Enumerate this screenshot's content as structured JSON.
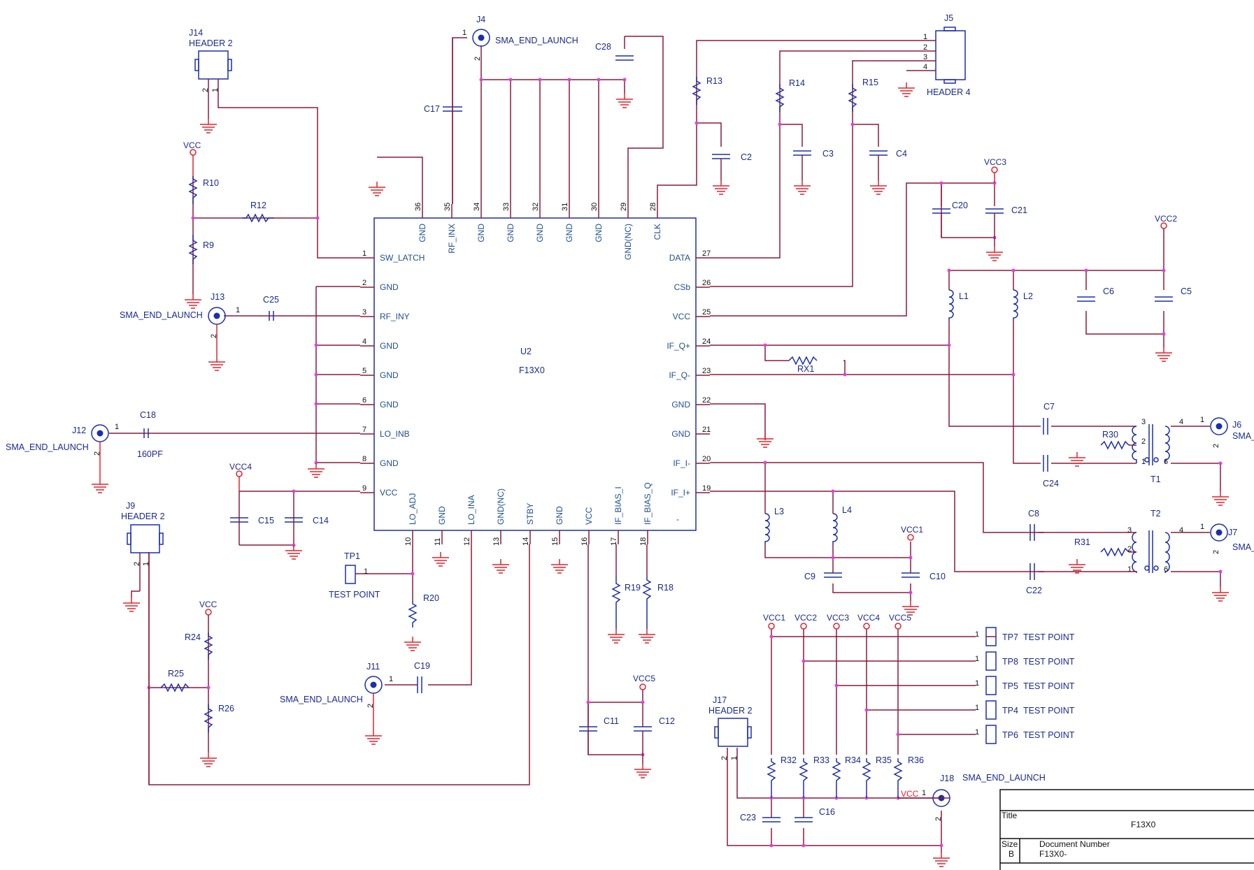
{
  "ic": {
    "ref": "U2",
    "value": "F13X0",
    "left_pins": [
      {
        "num": "1",
        "name": "SW_LATCH"
      },
      {
        "num": "2",
        "name": "GND"
      },
      {
        "num": "3",
        "name": "RF_INY"
      },
      {
        "num": "4",
        "name": "GND"
      },
      {
        "num": "5",
        "name": "GND"
      },
      {
        "num": "6",
        "name": "GND"
      },
      {
        "num": "7",
        "name": "LO_INB"
      },
      {
        "num": "8",
        "name": "GND"
      },
      {
        "num": "9",
        "name": "VCC"
      }
    ],
    "top_pins": [
      {
        "num": "36",
        "name": "GND"
      },
      {
        "num": "35",
        "name": "RF_INX"
      },
      {
        "num": "34",
        "name": "GND"
      },
      {
        "num": "33",
        "name": "GND"
      },
      {
        "num": "32",
        "name": "GND"
      },
      {
        "num": "31",
        "name": "GND"
      },
      {
        "num": "30",
        "name": "GND"
      },
      {
        "num": "29",
        "name": "GND(NC)"
      },
      {
        "num": "28",
        "name": "CLK"
      }
    ],
    "right_pins": [
      {
        "num": "27",
        "name": "DATA"
      },
      {
        "num": "26",
        "name": "CSb"
      },
      {
        "num": "25",
        "name": "VCC"
      },
      {
        "num": "24",
        "name": "IF_Q+"
      },
      {
        "num": "23",
        "name": "IF_Q-"
      },
      {
        "num": "22",
        "name": "GND"
      },
      {
        "num": "21",
        "name": "GND"
      },
      {
        "num": "20",
        "name": "IF_I-"
      },
      {
        "num": "19",
        "name": "IF_I+"
      }
    ],
    "bottom_pins": [
      {
        "num": "10",
        "name": "LO_ADJ"
      },
      {
        "num": "11",
        "name": "GND"
      },
      {
        "num": "12",
        "name": "LO_INA"
      },
      {
        "num": "13",
        "name": "GND(NC)"
      },
      {
        "num": "14",
        "name": "STBY"
      },
      {
        "num": "15",
        "name": "GND"
      },
      {
        "num": "16",
        "name": "VCC"
      },
      {
        "num": "17",
        "name": "IF_BIAS_I"
      },
      {
        "num": "18",
        "name": "IF_BIAS_Q"
      }
    ]
  },
  "labels": {
    "j14": "J14",
    "j14v": "HEADER 2",
    "j4": "J4",
    "j4v": "SMA_END_LAUNCH",
    "j5": "J5",
    "j5v": "HEADER 4",
    "j13": "J13",
    "j13v": "SMA_END_LAUNCH",
    "j12": "J12",
    "j12v": "SMA_END_LAUNCH",
    "j9": "J9",
    "j9v": "HEADER 2",
    "j11": "J11",
    "j11v": "SMA_END_LAUNCH",
    "j17": "J17",
    "j17v": "HEADER 2",
    "j18": "J18",
    "j18v": "SMA_END_LAUNCH",
    "j6": "J6",
    "j6v": "SMA_",
    "j7": "J7",
    "j7v": "SMA_",
    "tp1": "TP1",
    "tp1v": "TEST POINT",
    "tp7": "TP7",
    "tp8": "TP8",
    "tp5": "TP5",
    "tp4": "TP4",
    "tp6": "TP6",
    "tpv": "TEST POINT",
    "c18v": "160PF",
    "t1": "T1",
    "t2": "T2",
    "dash": "-"
  },
  "parts": {
    "r10": "R10",
    "r9": "R9",
    "r12": "R12",
    "c25": "C25",
    "c17": "C17",
    "c28": "C28",
    "c18": "C18",
    "r13": "R13",
    "r14": "R14",
    "r15": "R15",
    "c2": "C2",
    "c3": "C3",
    "c4": "C4",
    "c20": "C20",
    "c21": "C21",
    "c6": "C6",
    "c5": "C5",
    "l1": "L1",
    "l2": "L2",
    "rx1": "RX1",
    "c7": "C7",
    "c24": "C24",
    "r30": "R30",
    "c8": "C8",
    "c22": "C22",
    "r31": "R31",
    "l3": "L3",
    "l4": "L4",
    "c9": "C9",
    "c10": "C10",
    "c15": "C15",
    "c14": "C14",
    "r20": "R20",
    "c19": "C19",
    "r19": "R19",
    "r18": "R18",
    "c11": "C11",
    "c12": "C12",
    "r24": "R24",
    "r25": "R25",
    "r26": "R26",
    "r32": "R32",
    "r33": "R33",
    "r34": "R34",
    "r35": "R35",
    "r36": "R36",
    "c23": "C23",
    "c16": "C16"
  },
  "power": {
    "vcc": "VCC",
    "vcc1": "VCC1",
    "vcc2": "VCC2",
    "vcc3": "VCC3",
    "vcc4": "VCC4",
    "vcc5": "VCC5"
  },
  "pin_numbers": {
    "one": "1",
    "two": "2",
    "three": "3",
    "four": "4",
    "six": "6"
  },
  "title_block": {
    "title_label": "Title",
    "title_value": "F13X0",
    "size_label": "Size",
    "size_value": "B",
    "docnum_label": "Document Number",
    "docnum_value": "F13X0-"
  },
  "colors": {
    "wire": "#8b1a3a",
    "symbol": "#1c2fa8",
    "power": "#e0232c",
    "junction": "#e040e0"
  }
}
